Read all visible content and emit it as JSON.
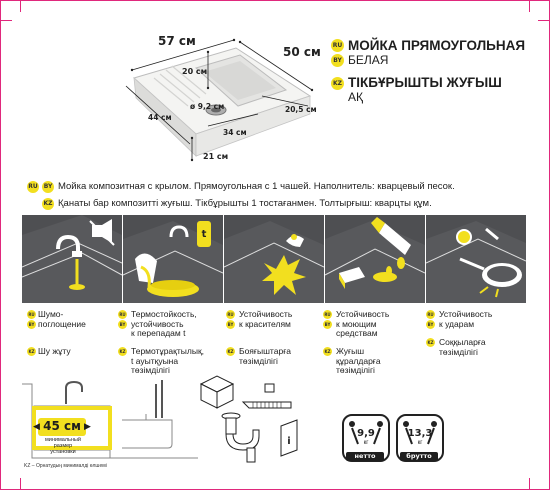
{
  "title": {
    "ru_badge": "RU",
    "by_badge": "BY",
    "kz_badge": "KZ",
    "ru_line1": "МОЙКА ПРЯМОУГОЛЬНАЯ",
    "ru_line2": "БЕЛАЯ",
    "kz_line1": "ТІКБҰРЫШТЫ ЖУҒЫШ",
    "kz_line2": "АҚ"
  },
  "dimensions": {
    "width": "57 см",
    "depth": "50 см",
    "bowl_depth": "20 см",
    "drain": "ø 9,2 см",
    "bowl_width": "20,5 см",
    "bowl_length_left": "44 см",
    "bowl_length": "34 см",
    "height": "21 см"
  },
  "description": {
    "ru_text": "Мойка композитная с крылом. Прямоугольная с 1 чашей.  Наполнитель: кварцевый песок.",
    "kz_text": "Қанаты бар композитті жуғыш. Тікбұрышты 1 тостағанмен. Толтырғыш: кварцты құм."
  },
  "features": [
    {
      "ru": "Шумо-\nпоглощение",
      "kz": "Шу жұту"
    },
    {
      "ru": "Термостойкость,\nустойчивость\nк перепадам t",
      "kz": "Термотұрақтылық,\nt ауытқуына\nтөзімділігі"
    },
    {
      "ru": "Устойчивость\nк красителям",
      "kz": "Бояғыштарға\nтөзімділігі"
    },
    {
      "ru": "Устойчивость\nк моющим\nсредствам",
      "kz": "Жуғыш\nқұралдарға\nтөзімділігі"
    },
    {
      "ru": "Устойчивость\nк ударам",
      "kz": "Соққыларға\nтөзімділігі"
    }
  ],
  "install": {
    "min_size": "45 см",
    "min_caption": "минимальный\nразмер\nустановки",
    "kz_note": "KZ – Орнатудың минималді өлшемі"
  },
  "weights": {
    "net_value": "9,9",
    "net_unit": "кг",
    "net_label": "нетто",
    "gross_value": "13,3",
    "gross_unit": "кг",
    "gross_label": "брутто"
  },
  "colors": {
    "accent_yellow": "#f2df1f",
    "panel_gray": "#4e4f52",
    "crop_mark": "#e0287c"
  }
}
